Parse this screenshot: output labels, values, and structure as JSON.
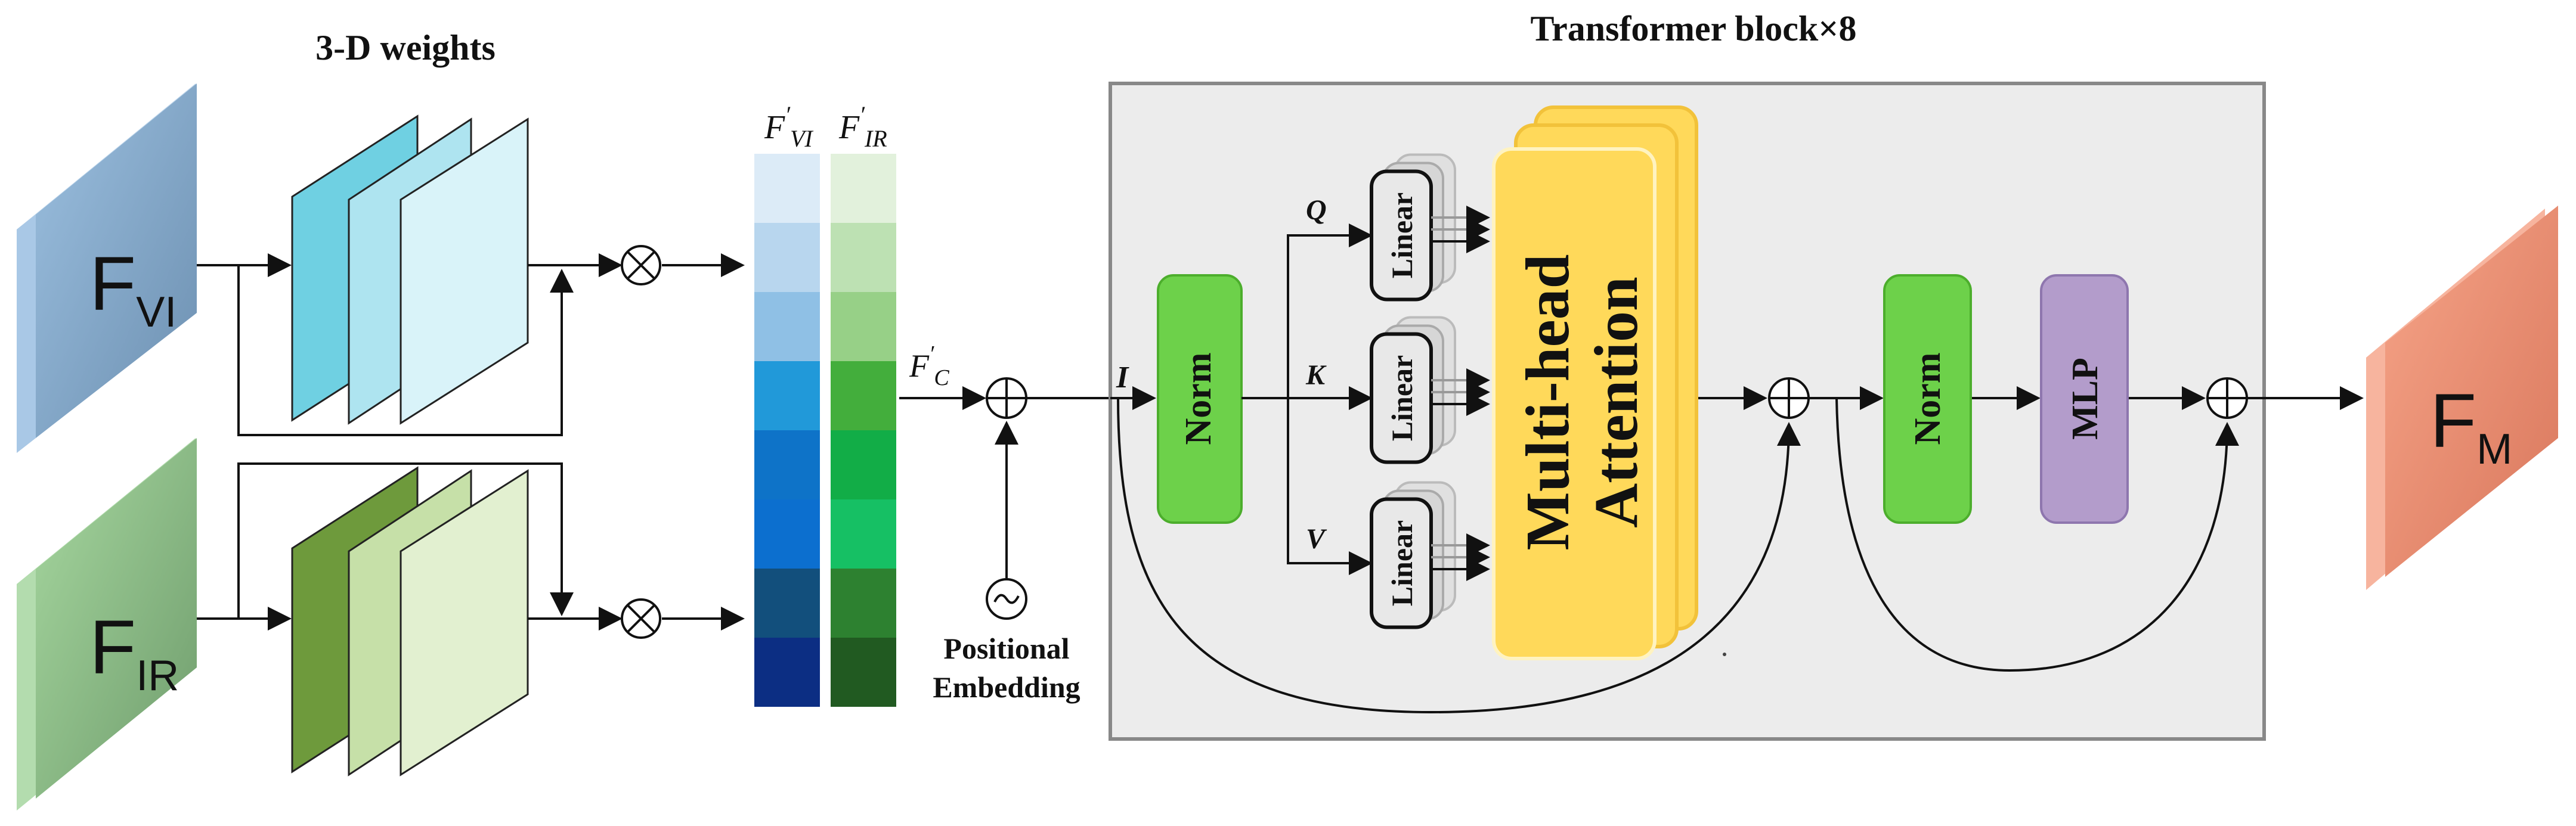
{
  "labels": {
    "weights_title": "3-D weights",
    "transformer_title": "Transformer block×8",
    "positional_embedding_line1": "Positional",
    "positional_embedding_line2": "Embedding",
    "norm": "Norm",
    "linear": "Linear",
    "mha_line1": "Multi-head",
    "mha_line2": "Attention",
    "mlp": "MLP"
  },
  "features": {
    "vi": {
      "base": "F",
      "sub": "VI"
    },
    "ir": {
      "base": "F",
      "sub": "IR"
    },
    "m": {
      "base": "F",
      "sub": "M"
    },
    "vi_prime": {
      "base": "F",
      "prime": "′",
      "sub": "VI"
    },
    "ir_prime": {
      "base": "F",
      "prime": "′",
      "sub": "IR"
    },
    "c_prime": {
      "base": "F",
      "prime": "′",
      "sub": "C"
    }
  },
  "qkv": {
    "q": "Q",
    "k": "K",
    "v": "V",
    "i": "I"
  },
  "colors": {
    "vi_feature": "#8fb4d6",
    "ir_feature": "#93c98f",
    "m_feature": "#f0957a",
    "norm": "#6dd14a",
    "mlp": "#b39ccb",
    "attention": "#ffd95a",
    "transformer_bg": "#ececec"
  },
  "vi_strip_colors": [
    "#dcebf7",
    "#b8d6ee",
    "#8fc0e5",
    "#2199d9",
    "#0e73c8",
    "#0c6fcf",
    "#124f7c",
    "#0c2e83"
  ],
  "ir_strip_colors": [
    "#e2f1dc",
    "#bde1b3",
    "#97d087",
    "#43ae3c",
    "#12ad47",
    "#16c064",
    "#2d8130",
    "#215a21"
  ]
}
